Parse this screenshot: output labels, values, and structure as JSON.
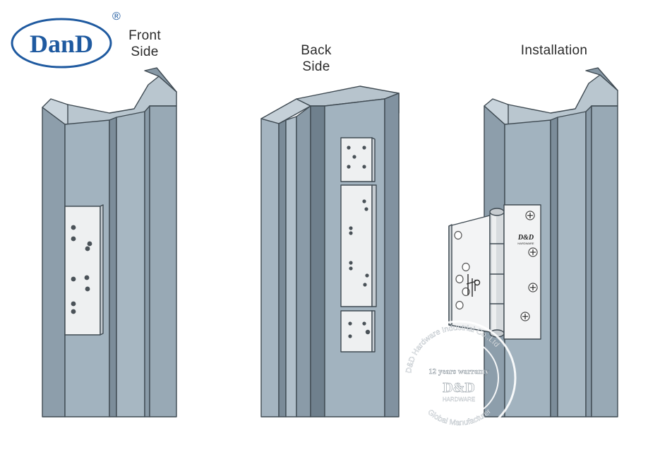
{
  "brand": {
    "logo_text": "DanD",
    "registered": "®"
  },
  "captions": {
    "front_line1": "Front",
    "front_line2": "Side",
    "back_line1": "Back",
    "back_line2": "Side",
    "installation": "Installation"
  },
  "hinge": {
    "leaf_brand": "D&D",
    "leaf_sub": "HARDWARE"
  },
  "watermark": {
    "ring_top": "D&D Hardware Industrial Co.,Ltd",
    "ring_bottom": "Global Manufacturer",
    "warranty": "12 years warranty",
    "brand": "D&D",
    "sub": "HARDWARE"
  },
  "colors": {
    "frame_front": "#a2b3bf",
    "frame_side": "#8798a5",
    "frame_edge": "#3f4a52",
    "plate": "#eef0f1",
    "logo_blue": "#1f5aa0"
  }
}
